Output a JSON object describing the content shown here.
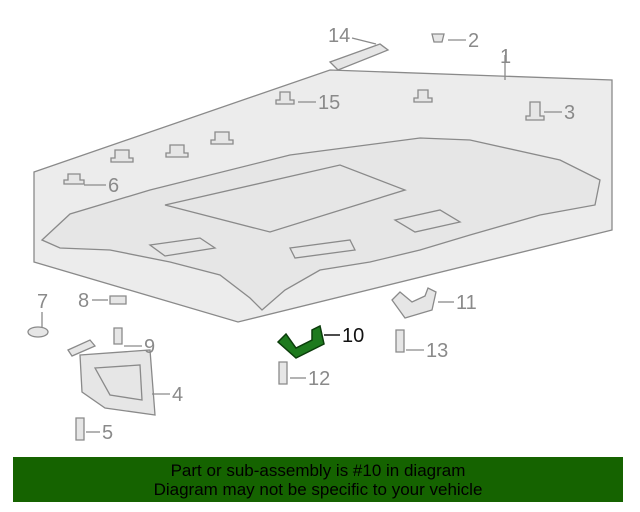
{
  "diagram": {
    "highlight_color": "#1e7a1e",
    "callouts": [
      "1",
      "2",
      "3",
      "4",
      "5",
      "6",
      "7",
      "8",
      "9",
      "10",
      "11",
      "12",
      "13",
      "14",
      "15"
    ],
    "highlighted_part": "10"
  },
  "banner": {
    "line1": "Part or sub-assembly is #10 in diagram",
    "line2": "Diagram may not be specific to your vehicle",
    "color": "#156300"
  }
}
